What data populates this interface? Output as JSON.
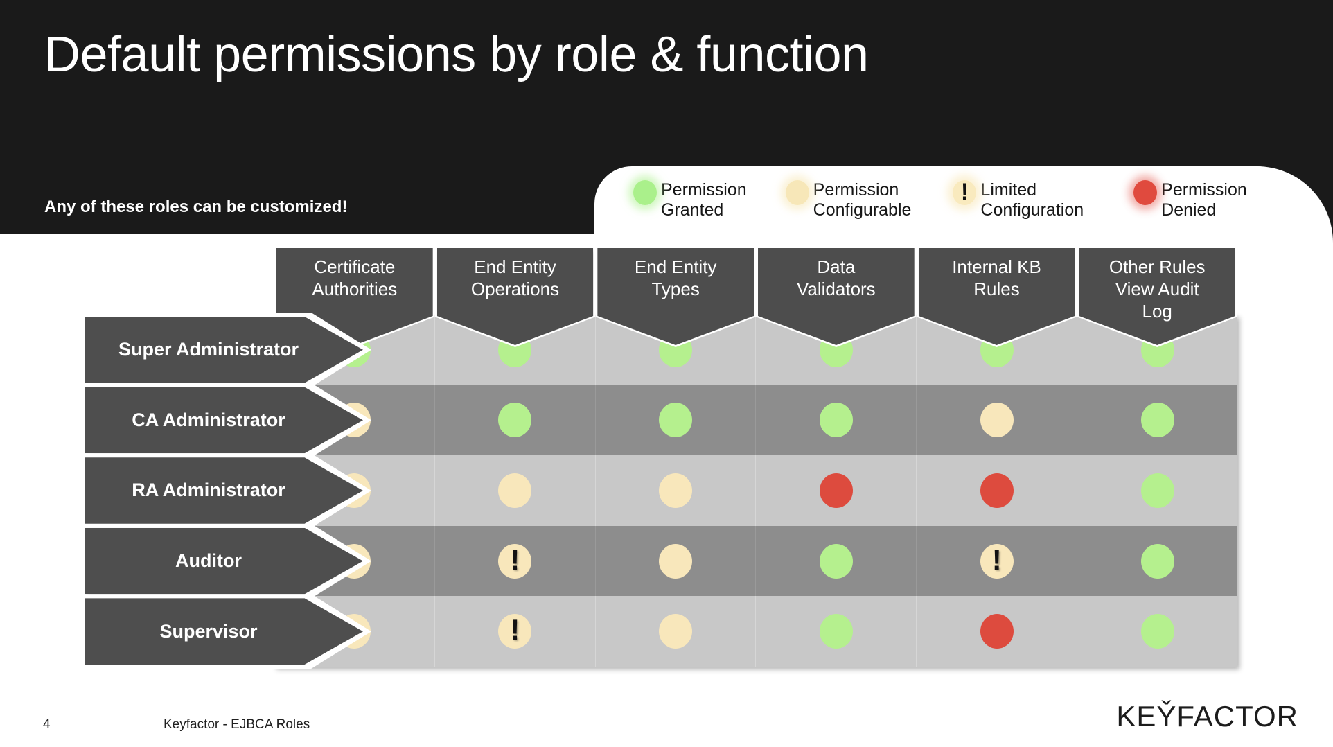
{
  "banner": {
    "title": "Default permissions by role & function",
    "note": "Any of these roles can be customized!"
  },
  "legend": {
    "items": [
      {
        "icon": "circle-green-icon",
        "label": "Permission\nGranted",
        "color": "#aaf08b",
        "glyph": ""
      },
      {
        "icon": "circle-cream-icon",
        "label": "Permission\nConfigurable",
        "color": "#f7e7b8",
        "glyph": ""
      },
      {
        "icon": "exclamation-icon",
        "label": "Limited\nConfiguration",
        "color": "#f9eabe",
        "glyph": "!"
      },
      {
        "icon": "circle-red-icon",
        "label": "Permission\nDenied",
        "color": "#e04a3e",
        "glyph": ""
      }
    ]
  },
  "matrix": {
    "columns": [
      "Certificate\nAuthorities",
      "End Entity\nOperations",
      "End Entity\nTypes",
      "Data\nValidators",
      "Internal KB\nRules",
      "Other Rules\nView Audit\nLog"
    ],
    "rows": [
      "Super Administrator",
      "CA Administrator",
      "RA Administrator",
      "Auditor",
      "Supervisor"
    ],
    "values": [
      [
        "granted",
        "granted",
        "granted",
        "granted",
        "granted",
        "granted"
      ],
      [
        "configurable",
        "granted",
        "granted",
        "granted",
        "configurable",
        "granted"
      ],
      [
        "configurable",
        "configurable",
        "configurable",
        "denied",
        "denied",
        "granted"
      ],
      [
        "configurable",
        "limited",
        "configurable",
        "granted",
        "limited",
        "granted"
      ],
      [
        "configurable",
        "limited",
        "configurable",
        "granted",
        "denied",
        "granted"
      ]
    ]
  },
  "footer": {
    "page_number": "4",
    "deck_title": "Keyfactor - EJBCA Roles",
    "logo": "KEY̌FACTOR"
  },
  "colors": {
    "banner_bg": "#1a1a1a",
    "granted": "#b5f08e",
    "configurable": "#f8e7bb",
    "limited": "#f8e7bb",
    "denied": "#dd4b3e",
    "row_light": "#c8c8c8",
    "row_dark": "#8d8d8d",
    "tag": "#4e4e4e"
  }
}
